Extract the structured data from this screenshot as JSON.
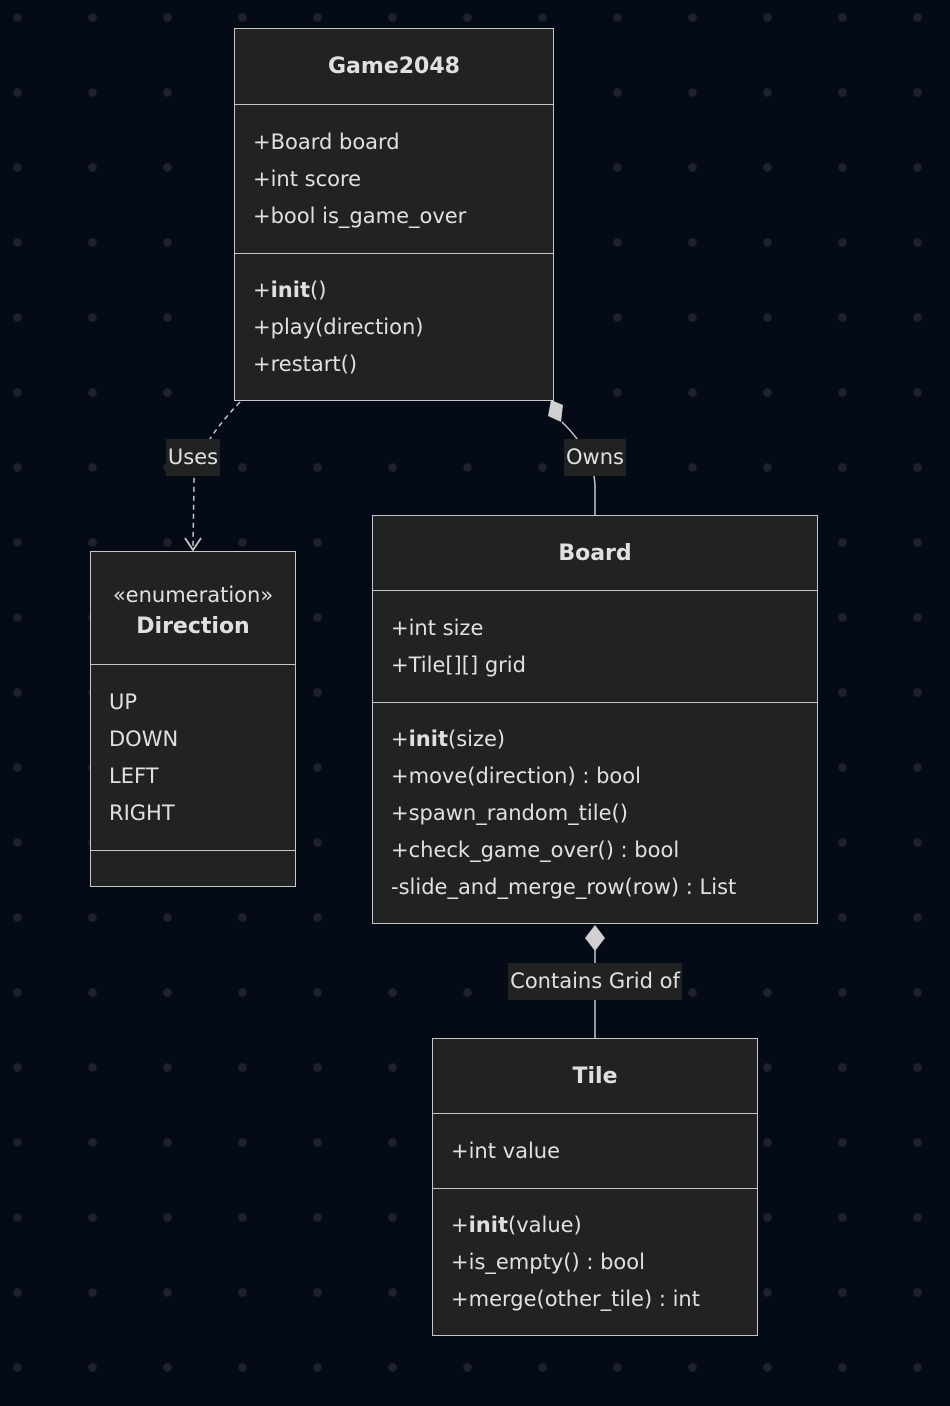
{
  "diagram_type": "UML class diagram",
  "classes": {
    "game": {
      "name": "Game2048",
      "attributes": [
        "+Board board",
        "+int score",
        "+bool is_game_over"
      ],
      "methods": [
        {
          "prefix": "+",
          "name": "init",
          "rest": "()",
          "bold": true
        },
        {
          "prefix": "+",
          "name": "play",
          "rest": "(direction)",
          "bold": false
        },
        {
          "prefix": "+",
          "name": "restart",
          "rest": "()",
          "bold": false
        }
      ]
    },
    "direction": {
      "stereotype": "«enumeration»",
      "name": "Direction",
      "values": [
        "UP",
        "DOWN",
        "LEFT",
        "RIGHT"
      ]
    },
    "board": {
      "name": "Board",
      "attributes": [
        "+int size",
        "+Tile[][] grid"
      ],
      "methods": [
        {
          "prefix": "+",
          "name": "init",
          "rest": "(size)",
          "bold": true
        },
        {
          "prefix": "+",
          "name": "move",
          "rest": "(direction) : bool",
          "bold": false
        },
        {
          "prefix": "+",
          "name": "spawn_random_tile",
          "rest": "()",
          "bold": false
        },
        {
          "prefix": "+",
          "name": "check_game_over",
          "rest": "() : bool",
          "bold": false
        },
        {
          "prefix": "-",
          "name": "slide_and_merge_row",
          "rest": "(row) : List",
          "bold": false
        }
      ]
    },
    "tile": {
      "name": "Tile",
      "attributes": [
        "+int value"
      ],
      "methods": [
        {
          "prefix": "+",
          "name": "init",
          "rest": "(value)",
          "bold": true
        },
        {
          "prefix": "+",
          "name": "is_empty",
          "rest": "() : bool",
          "bold": false
        },
        {
          "prefix": "+",
          "name": "merge",
          "rest": "(other_tile) : int",
          "bold": false
        }
      ]
    }
  },
  "relations": [
    {
      "from": "Game2048",
      "to": "Direction",
      "type": "dependency",
      "label": "Uses"
    },
    {
      "from": "Game2048",
      "to": "Board",
      "type": "composition",
      "label": "Owns"
    },
    {
      "from": "Board",
      "to": "Tile",
      "type": "composition",
      "label": "Contains Grid of"
    }
  ],
  "colors": {
    "background": "#050a17",
    "node_fill": "#212222",
    "node_border": "#c7c7c7",
    "text": "#e0e0e0",
    "edge": "#c7c7c7"
  }
}
